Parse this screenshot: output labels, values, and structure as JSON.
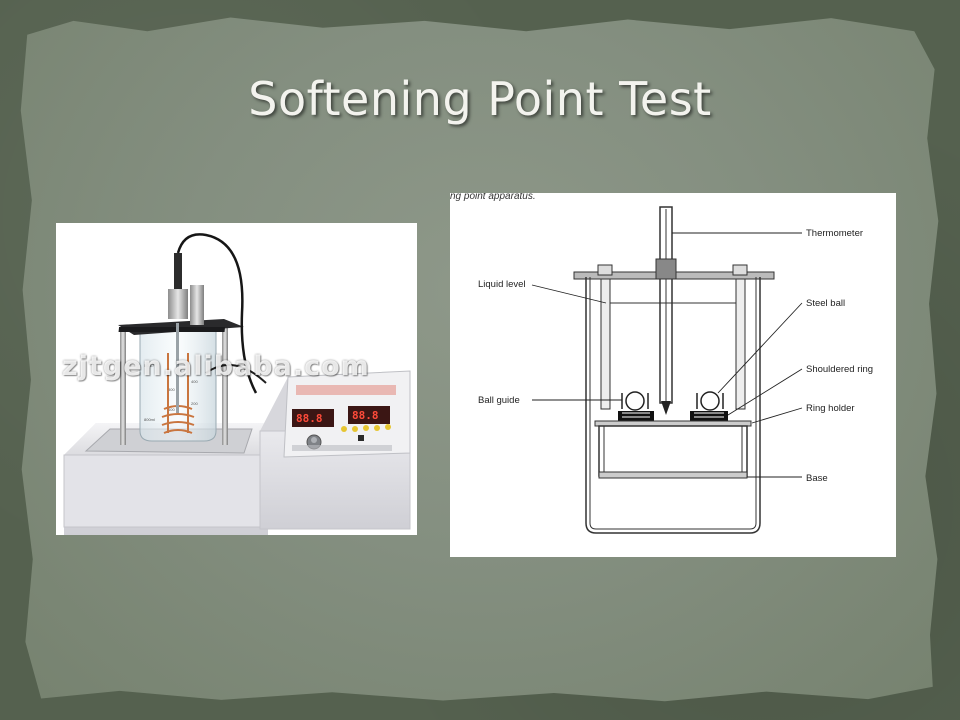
{
  "slide": {
    "title": "Softening Point Test"
  },
  "photo": {
    "watermark": "zjtgen.alibaba.com",
    "beaker_marks": [
      "50-17",
      "400",
      "200",
      "300",
      "600",
      "800ml"
    ]
  },
  "diagram": {
    "caption": "ng point apparatus.",
    "labels": {
      "thermometer": "Thermometer",
      "liquid_level": "Liquid level",
      "steel_ball": "Steel ball",
      "shouldered_ring": "Shouldered ring",
      "ball_guide": "Ball guide",
      "ring_holder": "Ring holder",
      "base": "Base"
    }
  }
}
